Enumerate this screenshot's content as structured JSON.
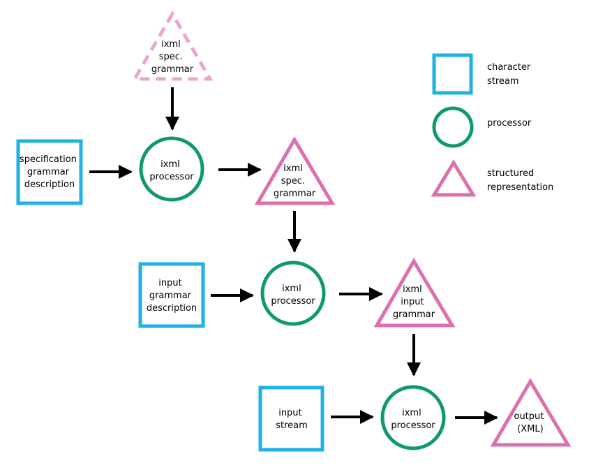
{
  "colors": {
    "character_stream": "#1fb2e6",
    "processor": "#0f9a6a",
    "structured": "#dc6fae",
    "structured_faded": "#e9a7cf",
    "arrow": "#000000"
  },
  "nodes": {
    "ixml_spec_grammar_top": [
      "ixml",
      "spec.",
      "grammar"
    ],
    "spec_grammar_description": [
      "specification",
      "grammar",
      "description"
    ],
    "processor_1": [
      "ixml",
      "processor"
    ],
    "ixml_spec_grammar": [
      "ixml",
      "spec.",
      "grammar"
    ],
    "input_grammar_description": [
      "input",
      "grammar",
      "description"
    ],
    "processor_2": [
      "ixml",
      "processor"
    ],
    "ixml_input_grammar": [
      "ixml",
      "input",
      "grammar"
    ],
    "input_stream": [
      "input",
      "stream"
    ],
    "processor_3": [
      "ixml",
      "processor"
    ],
    "output": [
      "output",
      "(XML)"
    ]
  },
  "legend": {
    "character_stream": [
      "character",
      "stream"
    ],
    "processor": [
      "processor"
    ],
    "structured_representation": [
      "structured",
      "representation"
    ]
  }
}
